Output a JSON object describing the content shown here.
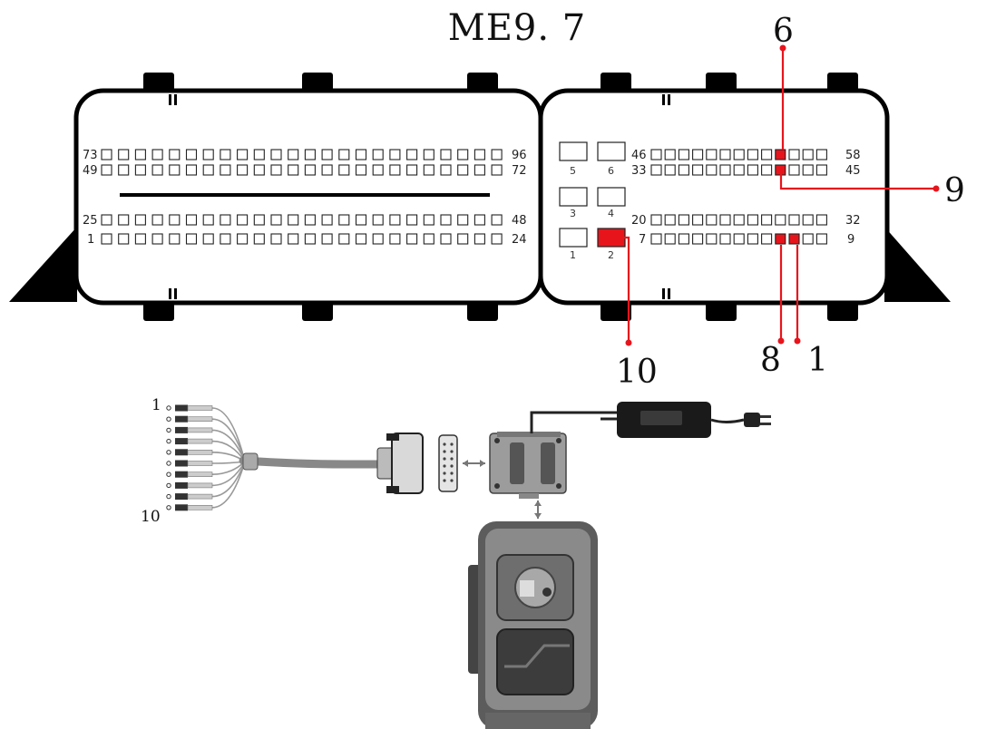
{
  "title": "ME9. 7",
  "connector_a": {
    "row_labels": {
      "r1_left": "73",
      "r1_right": "96",
      "r2_left": "49",
      "r2_right": "72",
      "r3_left": "25",
      "r3_right": "48",
      "r4_left": "1",
      "r4_right": "24"
    }
  },
  "connector_b": {
    "big_pins": [
      "5",
      "6",
      "3",
      "4",
      "1",
      "2"
    ],
    "row_labels": {
      "r1_left": "46",
      "r1_right": "58",
      "r2_left": "33",
      "r2_right": "45",
      "r3_left": "20",
      "r3_right": "32",
      "r4_left": "7",
      "r4_right": "9"
    }
  },
  "callouts": {
    "top": "6",
    "right": "9",
    "bottom_left": "10",
    "bottom_mid": "8",
    "bottom_right": "1"
  },
  "cable": {
    "first_label": "1",
    "last_label": "10"
  },
  "colors": {
    "highlight": "#e8141c",
    "outline": "#000000"
  }
}
